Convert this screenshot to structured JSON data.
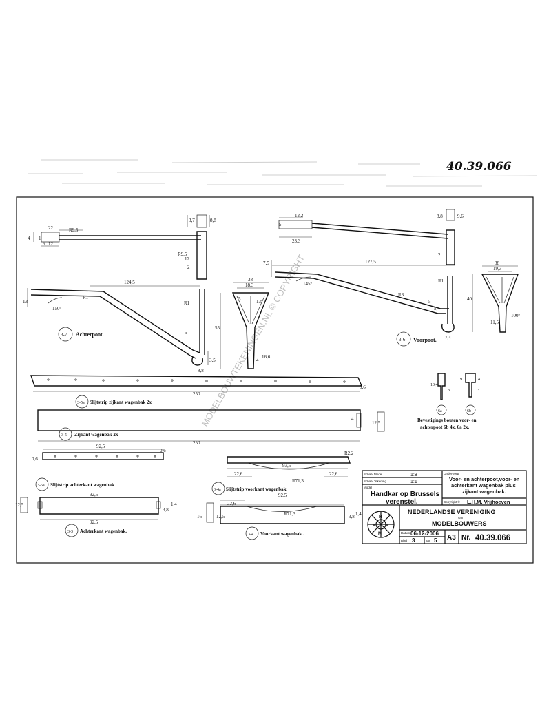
{
  "sheet": {
    "handwritten_number": "40.39.066",
    "watermark": "MODELBOUWTEKENINGEN.NL © COPYRIGHT"
  },
  "parts": {
    "p37": {
      "id": "3-7",
      "label": "Achterpoot."
    },
    "p36": {
      "id": "3-6",
      "label": "Voorpoot."
    },
    "p35a": {
      "id": "3-5a",
      "label": "Slijtstrip zijkant wagenbak 2x"
    },
    "p35": {
      "id": "3-5",
      "label": "Zijkant wagenbak 2x"
    },
    "p35b": {
      "id": "3-5a",
      "label": "Slijtstrip achterkant wagenbak ."
    },
    "p34a": {
      "id": "3-4a",
      "label": "Slijtstrip voorkant wagenbak."
    },
    "p33": {
      "id": "3-3",
      "label": "Achterkant wagenbak."
    },
    "p34": {
      "id": "3-4",
      "label": "Voorkant wagenbak ."
    },
    "p6a": {
      "id": "6a"
    },
    "p6b": {
      "id": "6b"
    },
    "bolts_note": [
      "Bevestigings bouten voor- en",
      "achterpoot 6b 4x, 6a 2x."
    ]
  },
  "dims": {
    "d22": "22",
    "dR95a": "R9,5",
    "d4a": "4",
    "d5a": "5",
    "d12": "12",
    "d1a": "1",
    "d37": "3,7",
    "d88a": "8,8",
    "dR95b": "R9,5",
    "d2a": "2",
    "d12b": "12",
    "d1245": "124,5",
    "dR1a": "R1",
    "dR1b": "R1",
    "d150": "150°",
    "d13": "13",
    "d38a": "38",
    "d183": "18,3",
    "d55": "55",
    "d13deg": "13°",
    "d5b": "5",
    "d88b": "8,8",
    "d35": "3,5",
    "d5c": "5",
    "d4b": "4",
    "d166": "16,6",
    "d5d": "5",
    "d122": "12,2",
    "d233": "23,3",
    "d88c": "8,8",
    "d96": "9,6",
    "d2b": "2",
    "d1275": "127,5",
    "d145": "145°",
    "dR3": "R3",
    "dR1c": "R1",
    "d5e": "5",
    "d54": "5,4",
    "d74": "7,4",
    "d75": "7,5",
    "d38b": "38",
    "d193": "19,3",
    "d40": "40",
    "d115": "11,5",
    "d100": "100°",
    "d250a": "250",
    "d06a": "0,6",
    "d250b": "250",
    "d4c": "4",
    "d125a": "12,5",
    "d925a": "92,5",
    "d06b": "0,6",
    "d06c": "0,6",
    "d935": "93,5",
    "dR22": "R2,2",
    "d226a": "22,6",
    "dR713a": "R71,3",
    "d226b": "22,6",
    "d125b": "12,5",
    "d925b": "92,5",
    "d38c": "3,8",
    "d14a": "1,4",
    "d925c": "92,5",
    "d226c": "22,6",
    "dR713b": "R71,3",
    "d16": "16",
    "d125c": "12,5",
    "d38d": "3,8",
    "d14b": "1,4",
    "d104": "10,4",
    "d3a": "3",
    "d9": "9",
    "d3b": "3",
    "d4d": "4"
  },
  "title_block": {
    "schaal_model_label": "Schaal Model",
    "schaal_model_value": "1:8",
    "schaal_tekening_label": "Schaal Tekening",
    "schaal_tekening_value": "1:1",
    "onderwerp_label": "Onderwerp",
    "onderwerp_value": "Voor- en achterpoot,voor- en achterkant wagenbak plus zijkant wagenbak.",
    "onderwerp_lines": [
      "Voor- en achterpoot,voor- en",
      "achterkant wagenbak plus",
      "zijkant wagenbak."
    ],
    "model_label": "Model",
    "model_lines": [
      "Handkar op Brussels",
      "verenstel."
    ],
    "copyright_label": "Copyright ©",
    "copyright_value": "L.H.M. Vrijhoeven",
    "org_line1": "NEDERLANDSE VERENIGING",
    "org_line2": "van",
    "org_line3": "MODELBOUWERS",
    "logo_letters": [
      "N",
      "V",
      "V",
      "M"
    ],
    "datum_label": "Datum",
    "datum_value": "06-12-2006",
    "blad_label": "Blad",
    "blad_value": "3",
    "van_label": "van",
    "van_value": "5",
    "format": "A3",
    "nr_label": "Nr.",
    "nr_value": "40.39.066"
  }
}
